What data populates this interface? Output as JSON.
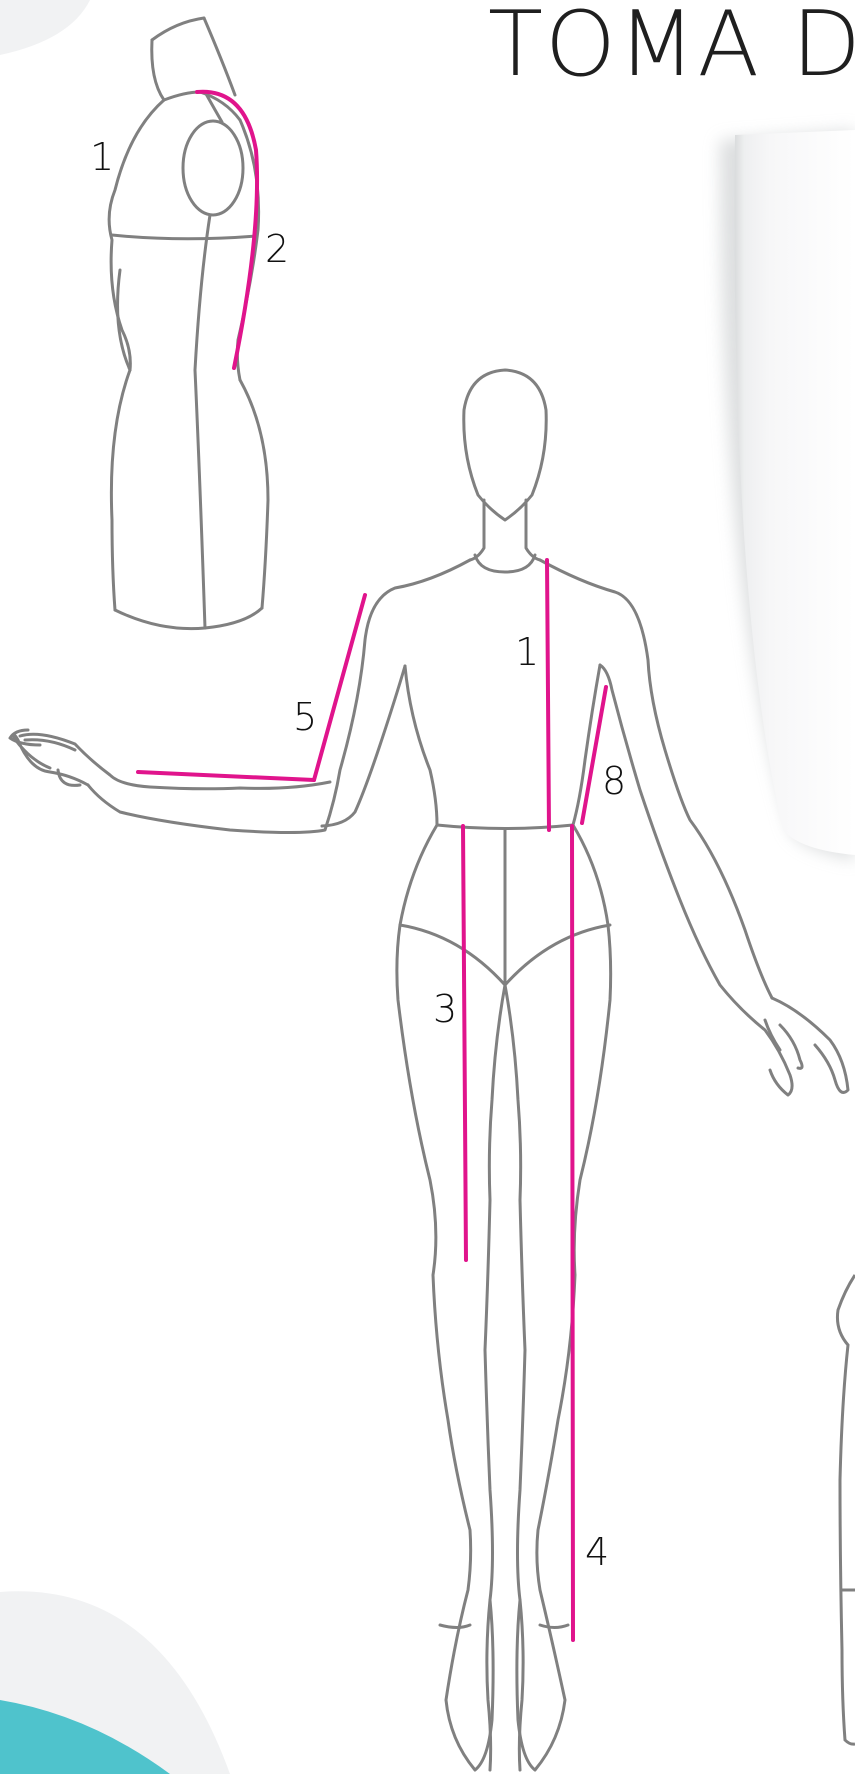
{
  "title": "TOMA D",
  "labels": {
    "torso_1": "1",
    "torso_2": "2",
    "fig_1": "1",
    "fig_3": "3",
    "fig_4": "4",
    "fig_5": "5",
    "fig_8": "8"
  },
  "colors": {
    "measure_line": "#e0148c",
    "outline": "#808080",
    "accent_teal": "#4fc3cc",
    "bg_shape": "#f1f2f3"
  }
}
